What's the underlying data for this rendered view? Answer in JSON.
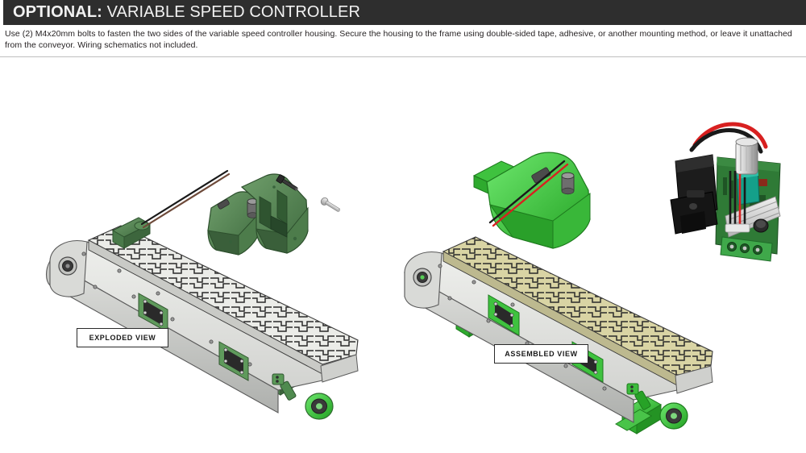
{
  "header": {
    "label_prefix": "OPTIONAL:",
    "label_main": "VARIABLE SPEED CONTROLLER",
    "background_color": "#2e2e2e",
    "text_color": "#f2f2f2"
  },
  "instructions": {
    "text": "Use (2) M4x20mm bolts to fasten the two sides of the variable speed controller housing. Secure the housing to the frame using double-sided tape, adhesive, or another mounting method, or leave it unattached from the conveyor.  Wiring schematics not included."
  },
  "figures": {
    "exploded": {
      "label": "EXPLODED VIEW",
      "description": "CAD exploded view of conveyor with variable speed controller housing separated into two halves plus two bolts",
      "parts": [
        "conveyor-frame",
        "modular-belt",
        "motor-mount-bracket",
        "controller-housing-left",
        "controller-housing-right",
        "potentiometer-knob",
        "m4x20-bolt-black",
        "m4x20-bolt-silver",
        "power-wires",
        "drive-pulley",
        "support-leg"
      ]
    },
    "assembled": {
      "label": "ASSEMBLED VIEW",
      "description": "CAD assembled view of conveyor with variable speed controller housing mounted to the frame",
      "parts": [
        "conveyor-frame",
        "modular-belt",
        "controller-housing-assembled",
        "potentiometer-knob",
        "power-wires",
        "drive-pulley",
        "support-leg"
      ]
    },
    "product_photo": {
      "description": "Photograph of PWM variable speed controller module",
      "components": [
        "circuit-board",
        "potentiometer-knob",
        "rocker-switch",
        "screw-terminal-block",
        "heatsink",
        "red-wire",
        "black-wire",
        "capacitor"
      ]
    }
  },
  "colors": {
    "frame_gray": "#d8d9d7",
    "frame_gray_dark": "#b8bab7",
    "belt_gray": "#e9eae6",
    "belt_khaki": "#d7d2a2",
    "accent_green_dark": "#4a7a4a",
    "accent_green_bright": "#3fc23f",
    "wire_red": "#d82020",
    "wire_black": "#1a1a1a",
    "pcb_green": "#2f7a36",
    "header_dark": "#2e2e2e",
    "rule_gray": "#bfbfbf"
  }
}
